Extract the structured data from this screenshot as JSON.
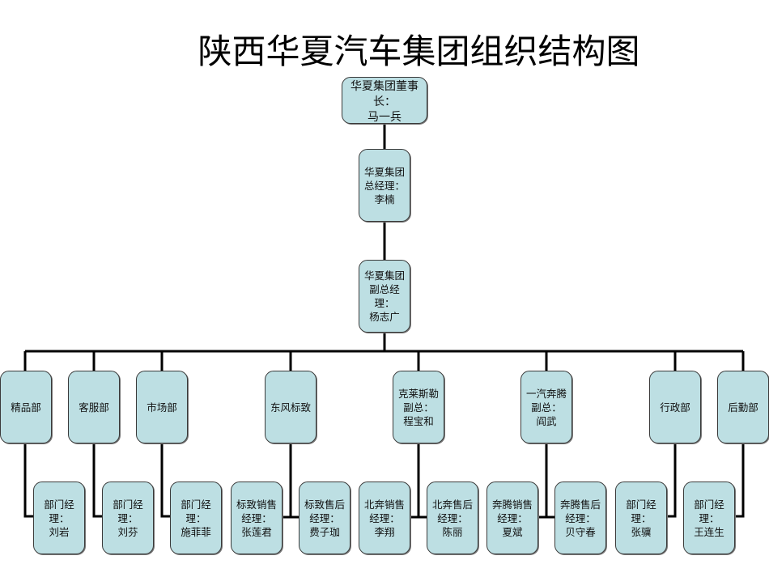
{
  "title": "陕西华夏汽车集团组织结构图",
  "colors": {
    "node_fill": "#bddfe3",
    "node_border": "#3a3a3a",
    "line": "#000000"
  },
  "chairman": {
    "text": "华夏集团董事\n长：\n马一兵"
  },
  "general_manager": {
    "text": "华夏集团\n总经理：\n李楠"
  },
  "deputy_general_manager": {
    "text": "华夏集团\n副总经理：\n杨志广"
  },
  "departments": [
    {
      "name": "精品部",
      "managers": [
        {
          "text": "部门经理：\n刘岩"
        }
      ]
    },
    {
      "name": "客服部",
      "managers": [
        {
          "text": "部门经理：\n刘芬"
        }
      ]
    },
    {
      "name": "市场部",
      "managers": [
        {
          "text": "部门经理：\n施菲菲"
        }
      ]
    },
    {
      "name": "东风标致",
      "managers": [
        {
          "text": "标致销售\n经理：\n张莲君"
        },
        {
          "text": "标致售后\n经理：\n费子珈"
        }
      ]
    },
    {
      "name": "克莱斯勒\n副总：\n程宝和",
      "managers": [
        {
          "text": "北奔销售\n经理：\n李翔"
        },
        {
          "text": "北奔售后\n经理：\n陈丽"
        }
      ]
    },
    {
      "name": "一汽奔腾\n副总：\n阎武",
      "managers": [
        {
          "text": "奔腾销售\n经理：\n夏斌"
        },
        {
          "text": "奔腾售后\n经理：\n贝守春"
        }
      ]
    },
    {
      "name": "行政部",
      "managers": [
        {
          "text": "部门经理：\n张骥"
        }
      ]
    },
    {
      "name": "后勤部",
      "managers": [
        {
          "text": "部门经理：\n王连生"
        }
      ]
    }
  ]
}
